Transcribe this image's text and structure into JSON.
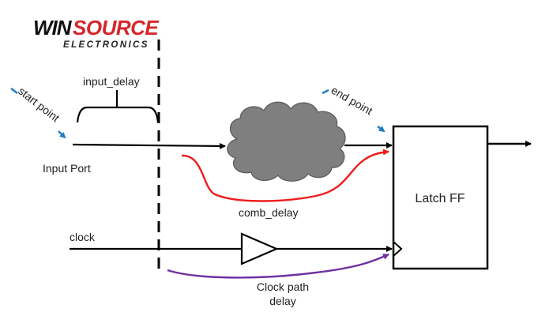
{
  "logo": {
    "brand_part1": "WIN",
    "brand_part2": "SOURCE",
    "tagline": "ELECTRONICS",
    "brand_color": "#d6262b"
  },
  "labels": {
    "input_delay": "input_delay",
    "start_point": "start point",
    "end_point": "end point",
    "input_port": "Input Port",
    "comb_delay": "comb_delay",
    "clock": "clock",
    "latch_ff": "Latch FF",
    "clock_path_delay_line1": "Clock path",
    "clock_path_delay_line2": "delay"
  },
  "colors": {
    "wire": "#000000",
    "cloud_fill": "#7f7f7f",
    "comb_delay_path": "#ee1c1c",
    "clock_path_delay": "#7030a0",
    "pointer_arrows": "#1f7bc4"
  }
}
